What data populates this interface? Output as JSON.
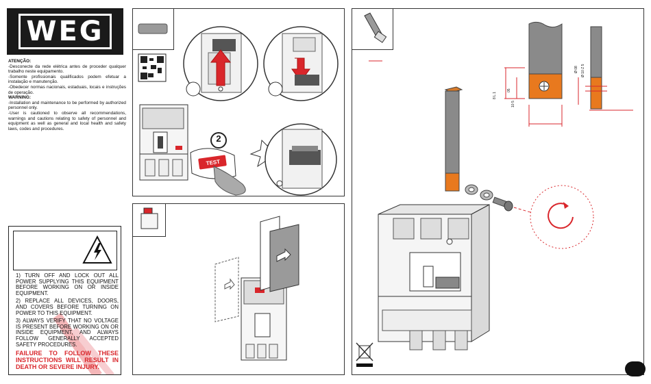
{
  "brand": {
    "logo_text": "WEG"
  },
  "notes": {
    "atencao_title": "ATENÇÃO:",
    "atencao_items": [
      "-Desconecte da rede elétrica antes de proceder qualquer trabalho neste equipamento.",
      "-Somente profissionais qualificados podem efetuar a instalação e manutenção.",
      "-Obedecer normas nacionais, estaduais, locais e instruções de operação."
    ],
    "warning_title": "WARNING:",
    "warning_items": [
      "-Installation and maintenance to be performed by authorized personnel only.",
      "-User is cautioned to observe all recommendations, warnings and cautions relating to safety of personnel and equipment as well as general and local health and safety laws, codes and procedures."
    ]
  },
  "danger": {
    "items": [
      "1) TURN OFF AND LOCK OUT ALL POWER SUPPLYING THIS EQUIPMENT BEFORE WORKING ON OR INSIDE EQUIPMENT.",
      "2) REPLACE ALL DEVICES, DOORS, AND COVERS BEFORE TURNING ON POWER TO THIS EQUIPMENT.",
      "3) ALWAYS VERIFY THAT NO VOLTAGE IS PRESENT BEFORE WORKING ON OR INSIDE EQUIPMENT, AND ALWAYS FOLLOW GENERALLY ACCEPTED SAFETY PROCEDURES."
    ],
    "warning_red": "FAILURE TO FOLLOW THESE INSTRUCTIONS WILL RESULT IN DEATH OR SEVERE INJURY.",
    "icon": "high-voltage-warning-icon"
  },
  "test_panel": {
    "step_label": "2",
    "test_button_label": "TEST"
  },
  "terminal_panel": {
    "dims_left": [
      "8 L 1",
      "05",
      "10 5"
    ],
    "dims_right": [
      "Ø 08",
      "Ø 10 Z 5"
    ]
  },
  "colors": {
    "accent_red": "#d9262b",
    "copper": "#e8791e",
    "bar_gray": "#8a8a8a"
  }
}
